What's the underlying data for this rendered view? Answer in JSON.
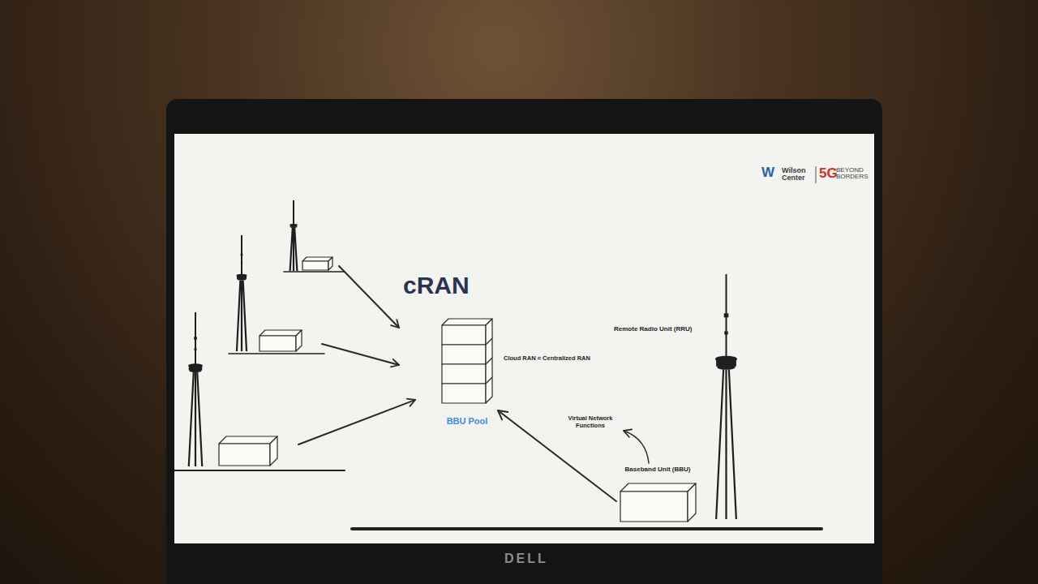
{
  "diagram": {
    "title": "cRAN",
    "nodes": [
      {
        "text": [
          "BBU Pool"
        ]
      },
      {
        "text": [
          "Baseband Unit (BBU)"
        ]
      }
    ],
    "edges": [
      {
        "from": 1,
        "to": 0,
        "arrow": "to"
      }
    ],
    "labels": [
      "W",
      "Wilson Center",
      "5G",
      "BEYOND BORDERS",
      "Cloud RAN = Centralized RAN",
      "Remote Radio Unit (RRU)",
      "Virtual Network Functions",
      "DELL"
    ]
  }
}
